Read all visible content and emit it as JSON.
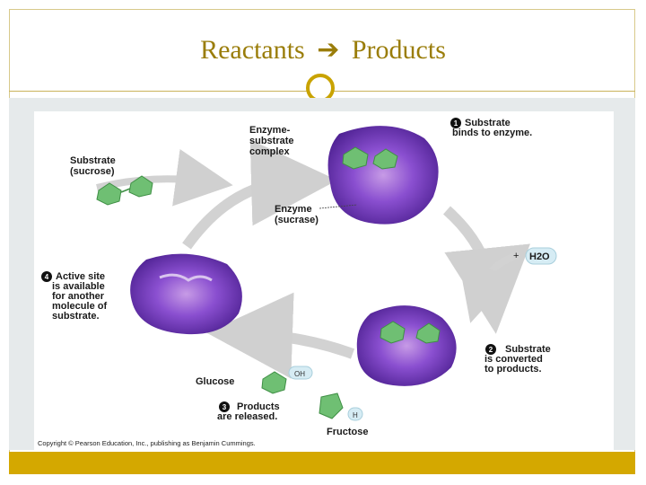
{
  "slide": {
    "title_left": "Reactants",
    "title_arrow": "➔",
    "title_right": "Products"
  },
  "diagram": {
    "substrate_label": "Substrate",
    "substrate_sub": "(sucrose)",
    "complex_label_1": "Enzyme-",
    "complex_label_2": "substrate",
    "complex_label_3": "complex",
    "enzyme_label": "Enzyme",
    "enzyme_sub": "(sucrase)",
    "step1_num": "1",
    "step1_line1": "Substrate",
    "step1_line2": "binds to enzyme.",
    "water_plus": "+",
    "water_label": "H2O",
    "step2_num": "2",
    "step2_line1": "Substrate",
    "step2_line2": "is converted",
    "step2_line3": "to products.",
    "step3_num": "3",
    "step3_line1": "Products",
    "step3_line2": "are released.",
    "step4_num": "4",
    "step4_line1": "Active site",
    "step4_line2": "is available",
    "step4_line3": "for another",
    "step4_line4": "molecule of",
    "step4_line5": "substrate.",
    "glucose_label": "Glucose",
    "fructose_label": "Fructose",
    "oh_label": "OH",
    "h_label": "H",
    "copyright": "Copyright © Pearson Education, Inc., publishing as Benjamin Cummings."
  },
  "colors": {
    "title": "#9a7d0a",
    "accent": "#d4a800",
    "enzyme": "#6a2fb0",
    "substrate": "#6fbf73"
  }
}
